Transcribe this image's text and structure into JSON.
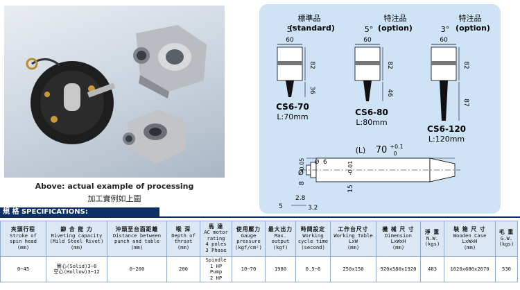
{
  "photo": {
    "caption_en": "Above: actual example of processing",
    "caption_zh": "加工實例如上圖"
  },
  "drawing": {
    "options": [
      {
        "label": "標準品",
        "sub": "(standard)",
        "angle": "5°",
        "width": "60",
        "body": "82",
        "tip": "36",
        "model": "CS6-70",
        "length": "L:70mm"
      },
      {
        "label": "特注品",
        "sub": "(option)",
        "angle": "5°",
        "width": "60",
        "body": "82",
        "tip": "46",
        "model": "CS6-80",
        "length": "L:80mm"
      },
      {
        "label": "特注品",
        "sub": "(option)",
        "angle": "3°",
        "width": "60",
        "body": "82",
        "tip": "87",
        "model": "CS6-120",
        "length": "L:120mm"
      }
    ],
    "punch": {
      "length_label": "(L)",
      "length_value": "70",
      "tol_upper": "+0.1",
      "tol_lower": "0",
      "shank_dia": "8",
      "shank_tol": "-0.05",
      "body_dia": "15",
      "body_tol": "-0.01",
      "tip_dia": "6",
      "tip_len_a": "2.8",
      "tip_len_b": "3.2",
      "tip_angle": "5"
    }
  },
  "specs": {
    "title": "規 格 SPECIFICATIONS:",
    "columns": [
      {
        "zh": "夾頭行程",
        "en": "Stroke of\nspin head\n(mm)"
      },
      {
        "zh": "鉚 合 能 力",
        "en": "Riveting capacity\n(Mild Steel Rivet)\n(mm)"
      },
      {
        "zh": "沖頭至台面距離",
        "en": "Distance between\npunch and table\n(mm)"
      },
      {
        "zh": "喉  深",
        "en": "Depth of\nthroat\n(mm)"
      },
      {
        "zh": "馬  達",
        "en": "AC motor\nrating\n4 poles\n3 Phase"
      },
      {
        "zh": "使用壓力",
        "en": "Gauge\npressure\n(kgf/cm²)"
      },
      {
        "zh": "最大出力",
        "en": "Max.\noutput\n(kgf)"
      },
      {
        "zh": "時間設定",
        "en": "Working\ncycle time\n(second)"
      },
      {
        "zh": "工作台尺寸",
        "en": "Working Table\nLxW\n(mm)"
      },
      {
        "zh": "機 械 尺 寸",
        "en": "Dimension\nLxWxH\n(mm)"
      },
      {
        "zh": "淨  重",
        "en": "N.W.\n(kgs)"
      },
      {
        "zh": "裝 箱 尺 寸",
        "en": "Wooden Case\nLxWxH\n(mm)"
      },
      {
        "zh": "毛  重",
        "en": "G.W.\n(kgs)"
      }
    ],
    "row": [
      "0~45",
      "實心(Solid)3~8\n空心(Hollow)3~12",
      "0~200",
      "200",
      "Spindle\n1 HP\nPump\n2 HP",
      "10~70",
      "1980",
      "0.5~6",
      "250x150",
      "920x580x1920",
      "483",
      "1020x680x2070",
      "530"
    ]
  }
}
